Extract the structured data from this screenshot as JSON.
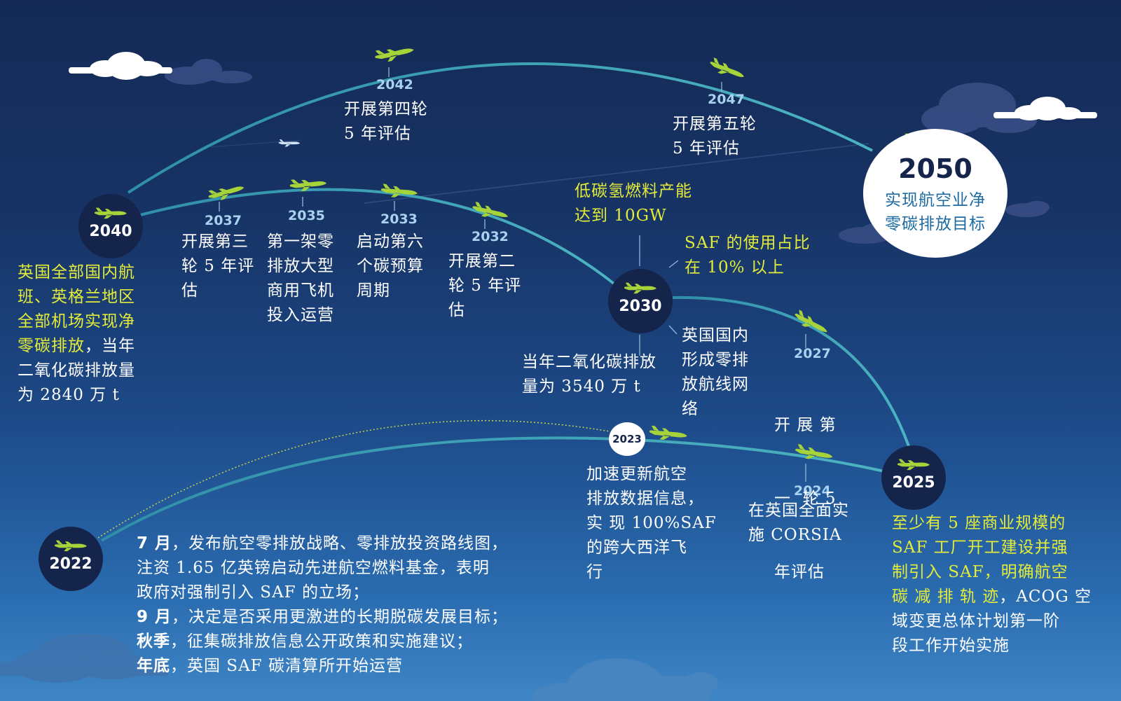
{
  "milestones": {
    "y2050": {
      "year": "2050",
      "text": "实现航空业净零碳排放目标",
      "line1": "实现航空业净",
      "line2": "零碳排放目标"
    },
    "y2047": {
      "year": "2047",
      "line1": "开展第五轮",
      "line2": "5 年评估"
    },
    "y2042": {
      "year": "2042",
      "line1": "开展第四轮",
      "line2": "5 年评估"
    },
    "y2040": {
      "year": "2040",
      "lines": [
        "英国全部国内航",
        "班、英格兰地区",
        "全部机场实现净",
        "零碳排放",
        "，当年",
        "二氧化碳排放量",
        "为 2840 万 t"
      ]
    },
    "y2037": {
      "year": "2037",
      "line1": "开展第三",
      "line2": "轮 5 年评",
      "line3": "估"
    },
    "y2035": {
      "year": "2035",
      "line1": "第一架零",
      "line2": "排放大型",
      "line3": "商用飞机",
      "line4": "投入运营"
    },
    "y2033": {
      "year": "2033",
      "line1": "启动第六",
      "line2": "个碳预算",
      "line3": "周期"
    },
    "y2032": {
      "year": "2032",
      "line1": "开展第二",
      "line2": "轮 5 年评",
      "line3": "估"
    },
    "y2030": {
      "year": "2030",
      "hydrogen1": "低碳氢燃料产能",
      "hydrogen2": "达到 10GW",
      "saf1": "SAF 的使用占比",
      "saf2": "在 10% 以上",
      "co2_1": "当年二氧化碳排放",
      "co2_2": "量为 3540 万 t",
      "net1": "英国国内",
      "net2": "形成零排",
      "net3": "放航线网",
      "net4": "络"
    },
    "y2027": {
      "year": "2027",
      "line1": "开 展 第",
      "line2": "一  轮 5",
      "line3": "年评估"
    },
    "y2024": {
      "year": "2024",
      "line1": "在英国全面实",
      "line2": "施 CORSIA"
    },
    "y2023": {
      "year": "2023",
      "line1": "加速更新航空",
      "line2": "排放数据信息，",
      "line3": "实 现 100%SAF",
      "line4": "的跨大西洋飞",
      "line5": "行"
    },
    "y2025": {
      "year": "2025",
      "y1": "至少有 5 座商业规模的",
      "y2": "SAF 工厂开工建设并强",
      "y3": "制引入 SAF，明确航空",
      "y4a": "碳 减 排 轨 迹",
      "y4b": "，ACOG 空",
      "w1": "域变更总体计划第一阶",
      "w2": "段工作开始实施"
    },
    "y2022": {
      "year": "2022",
      "l1a": "7 月",
      "l1b": "，发布航空零排放战略、零排放投资路线图，",
      "l2": "注资 1.65 亿英镑启动先进航空燃料基金，表明",
      "l3": "政府对强制引入 SAF 的立场；",
      "l4a": "9 月",
      "l4b": "，决定是否采用更激进的长期脱碳发展目标；",
      "l5a": "秋季",
      "l5b": "，征集碳排放信息公开政策和实施建议；",
      "l6a": "年底",
      "l6b": "，英国 SAF 碳清算所开始运营"
    }
  },
  "colors": {
    "highlight": "#e4ec3a",
    "node": "#15244a",
    "plane": "#a6d23a",
    "arc": "#3aa0b4",
    "year_label": "#a9d2f0"
  },
  "icons": [
    "plane-icon",
    "cloud-icon"
  ]
}
